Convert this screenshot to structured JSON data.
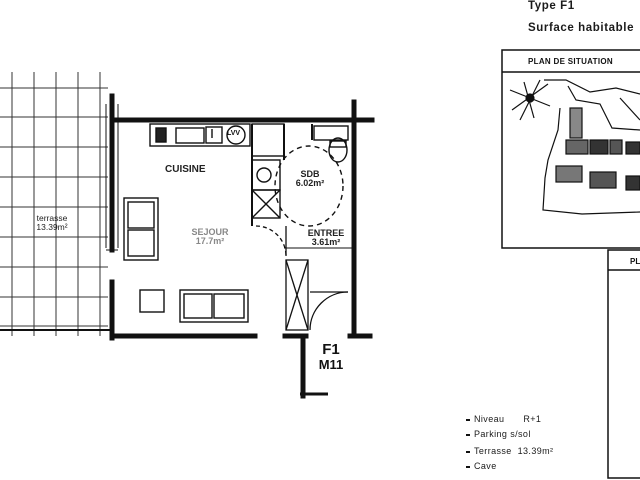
{
  "header": {
    "type_label": "Type F1",
    "surface_label": "Surface habitable"
  },
  "site_plan": {
    "title": "PLAN DE SITUATION",
    "second_panel_title": "PL"
  },
  "rooms": {
    "cuisine": {
      "name": "CUISINE"
    },
    "sdb": {
      "name": "SDB",
      "area": "6.02m²"
    },
    "sejour": {
      "name": "SEJOUR",
      "area": "17.7m²"
    },
    "entree": {
      "name": "ENTREE",
      "area": "3.61m²"
    },
    "terrasse": {
      "name": "terrasse",
      "area": "13.39m²"
    }
  },
  "appliances": {
    "dishwasher": "LVV"
  },
  "unit": {
    "type": "F1",
    "code": "M11"
  },
  "details": [
    {
      "label": "Niveau",
      "value": "R+1"
    },
    {
      "label": "Parking s/sol",
      "value": ""
    },
    {
      "label": "Terrasse",
      "value": "13.39m²"
    },
    {
      "label": "Cave",
      "value": ""
    }
  ]
}
